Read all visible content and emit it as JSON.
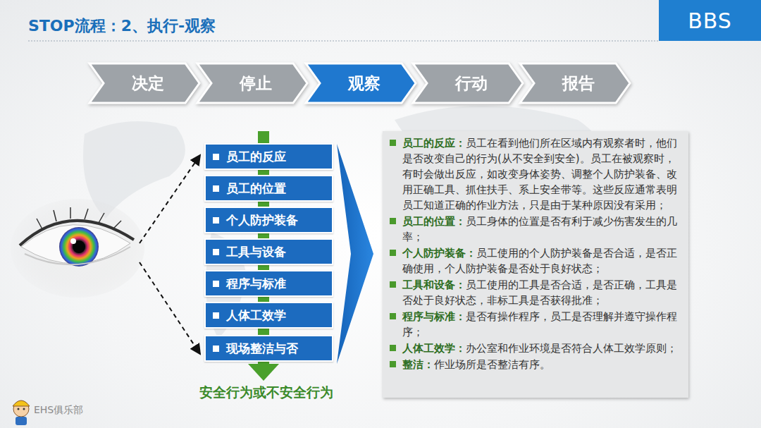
{
  "diagram": {
    "title": "STOP流程：2、执行-观察",
    "nodes": [
      {
        "text": [
          "BBS"
        ]
      },
      {
        "text": [
          "决定"
        ]
      },
      {
        "text": [
          "停止"
        ]
      },
      {
        "text": [
          "观察"
        ]
      },
      {
        "text": [
          "行动"
        ]
      },
      {
        "text": [
          "报告"
        ]
      },
      {
        "text": [
          "员工的反应"
        ]
      },
      {
        "text": [
          "员工的位置"
        ]
      },
      {
        "text": [
          "个人防护装备"
        ]
      },
      {
        "text": [
          "工具与设备"
        ]
      },
      {
        "text": [
          "程序与标准"
        ]
      },
      {
        "text": [
          "人体工效学"
        ]
      },
      {
        "text": [
          "现场整洁与否"
        ]
      },
      {
        "text": [
          "员工的反应：",
          "员工在看到他们所在区域内有观察者时，他们是否改变自己的行为(从不安全到安全)。员工在被观察时，有时会做出反应，如改变身体姿势、调整个人防护装备、改用正确工具、抓住扶手、系上安全带等。这些反应通常表明员工知道正确的作业方法，只是由于某种原因没有采用；",
          "员工的位置：",
          "员工身体的位置是否有利于减少伤害发生的几率；",
          "个人防护装备：",
          "员工使用的个人防护装备是否合适，是否正确使用，个人防护装备是否处于良好状态；",
          "工具和设备：",
          "员工使用的工具是否合适，是否正确，工具是否处于良好状态，非标工具是否获得批准；",
          "程序与标准：",
          "是否有操作程序，员工是否理解并遵守操作程序；",
          "人体工效学：",
          "办公室和作业环境是否符合人体工效学原则；",
          "整洁：",
          "作业场所是否整洁有序。"
        ]
      }
    ],
    "labels": [
      "安全行为或不安全行为",
      "EHS俱乐部"
    ]
  }
}
